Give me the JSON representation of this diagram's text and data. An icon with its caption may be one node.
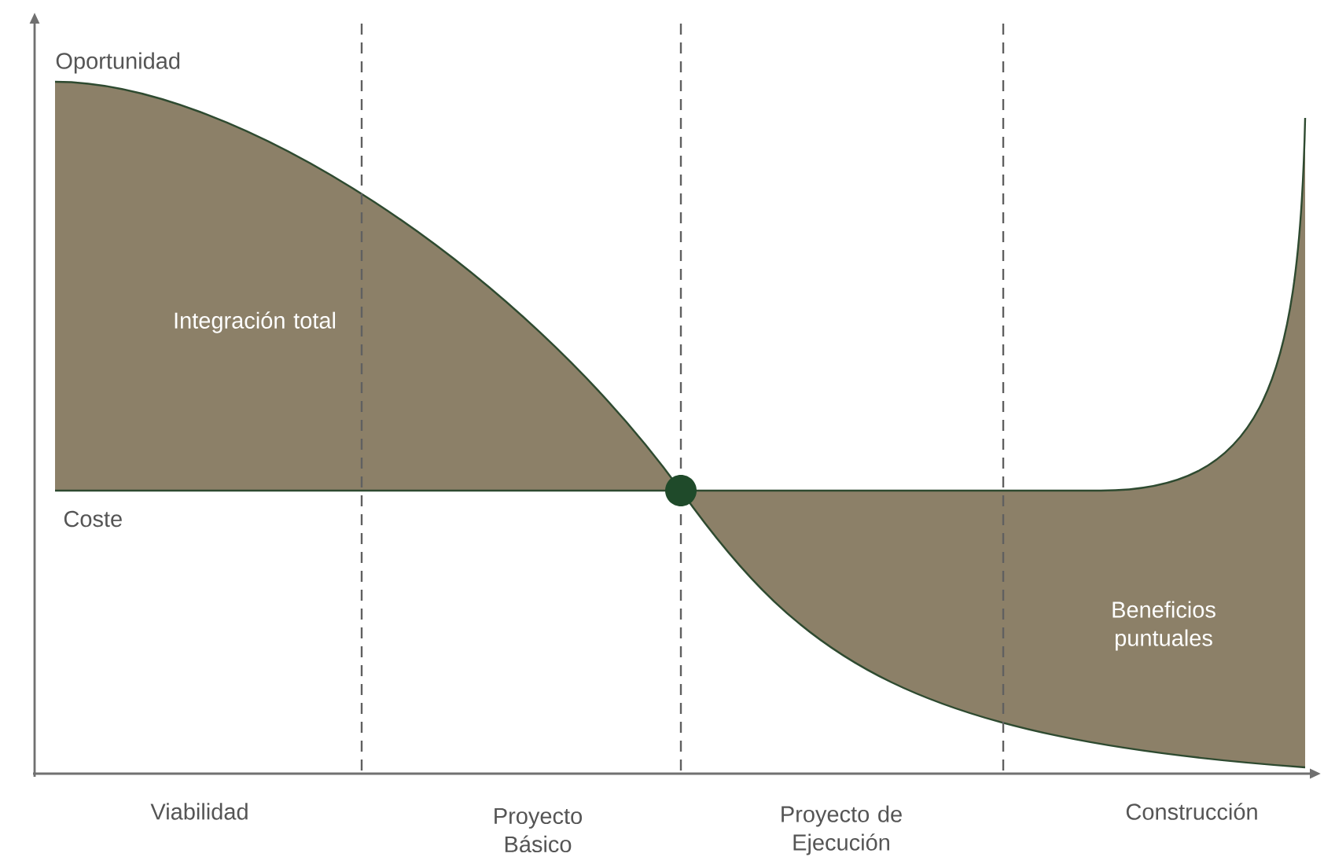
{
  "diagram": {
    "labels": [
      "Oportunidad",
      "Integración total",
      "Coste",
      "Beneficios puntuales",
      "Viabilidad",
      "Proyecto Básico",
      "Proyecto de Ejecución",
      "Construcción"
    ]
  }
}
